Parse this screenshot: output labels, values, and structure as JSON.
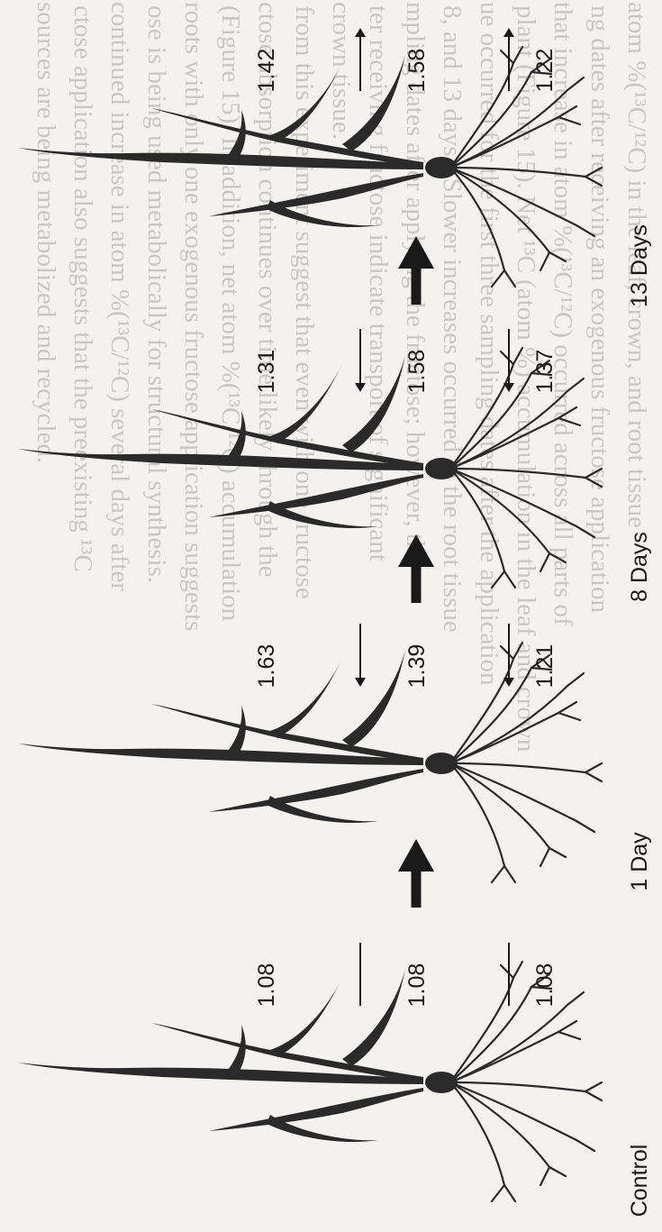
{
  "background_text": [
    "atom %(¹³C/¹²C) in the leaf, crown, and root tissue",
    "ng dates after receiving an exogenous fructose application",
    "that increase in atom %(¹³C/¹²C) occurred across all parts of",
    "plant (Figure 15). Net ¹³C (atom %) accumulation in the leaf and crown",
    "ue occurred for the first three sampling dates after the application",
    "8, and 13 days). Slower increases occurred in the root tissue",
    "mpling dates after applying the fructose; however, the",
    "ter receiving fructose indicate transport of significant",
    "crown tissue.",
    "from this experiment suggest that even with one fructose",
    "ctose absorption continues over time likely through the",
    "(Figure 15). In addition, net atom %(¹³C/¹²C) accumulation",
    "roots with only one exogenous fructose application suggests",
    "ose is being used metabolically for structural synthesis.",
    "continued increase in atom %(¹³C/¹²C) several days after",
    "ctose application also suggests that the preexisting ¹³C",
    "sources are being metabolized and recycled."
  ],
  "panels": [
    {
      "label": "Control",
      "values": [
        "1.08",
        "1.08",
        "1.08"
      ],
      "arrows": [
        "line",
        "line"
      ]
    },
    {
      "label": "1 Day",
      "values": [
        "1.63",
        "1.39",
        "1.21"
      ],
      "arrows": [
        "down",
        "down"
      ]
    },
    {
      "label": "8 Days",
      "values": [
        "1.31",
        "1.58",
        "1.37"
      ],
      "arrows": [
        "down",
        "down"
      ]
    },
    {
      "label": "13 Days",
      "values": [
        "1.42",
        "1.58",
        "1.22"
      ],
      "arrows": [
        "up",
        "up"
      ]
    }
  ],
  "colors": {
    "ink": "#1a1a1a",
    "plant": "#2a2a2a",
    "background": "#f4f2ee"
  }
}
